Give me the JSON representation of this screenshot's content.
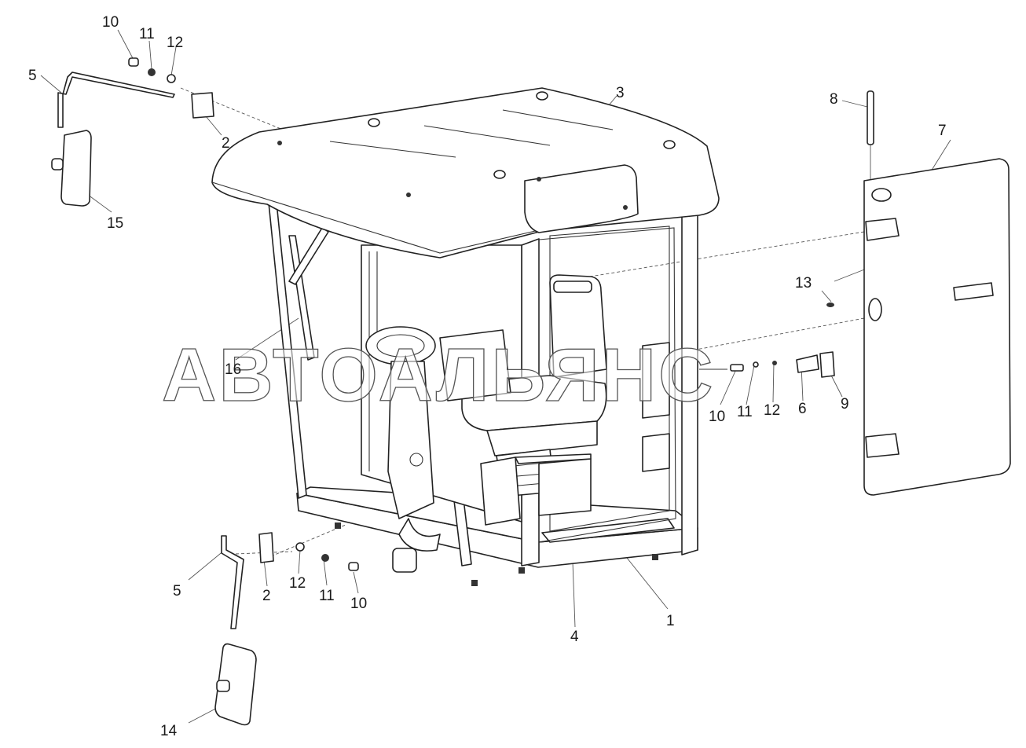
{
  "watermark": "АВТОАЛЬЯНС",
  "callouts": [
    {
      "id": "c10a",
      "text": "10"
    },
    {
      "id": "c11a",
      "text": "11"
    },
    {
      "id": "c12a",
      "text": "12"
    },
    {
      "id": "c5a",
      "text": "5"
    },
    {
      "id": "c2a",
      "text": "2"
    },
    {
      "id": "c15",
      "text": "15"
    },
    {
      "id": "c3",
      "text": "3"
    },
    {
      "id": "c8",
      "text": "8"
    },
    {
      "id": "c7",
      "text": "7"
    },
    {
      "id": "c13",
      "text": "13"
    },
    {
      "id": "c16",
      "text": "16"
    },
    {
      "id": "c10b",
      "text": "10"
    },
    {
      "id": "c11b",
      "text": "11"
    },
    {
      "id": "c12b",
      "text": "12"
    },
    {
      "id": "c6",
      "text": "6"
    },
    {
      "id": "c9",
      "text": "9"
    },
    {
      "id": "c5b",
      "text": "5"
    },
    {
      "id": "c2b",
      "text": "2"
    },
    {
      "id": "c12c",
      "text": "12"
    },
    {
      "id": "c11c",
      "text": "11"
    },
    {
      "id": "c10c",
      "text": "10"
    },
    {
      "id": "c1",
      "text": "1"
    },
    {
      "id": "c4",
      "text": "4"
    },
    {
      "id": "c14",
      "text": "14"
    }
  ]
}
